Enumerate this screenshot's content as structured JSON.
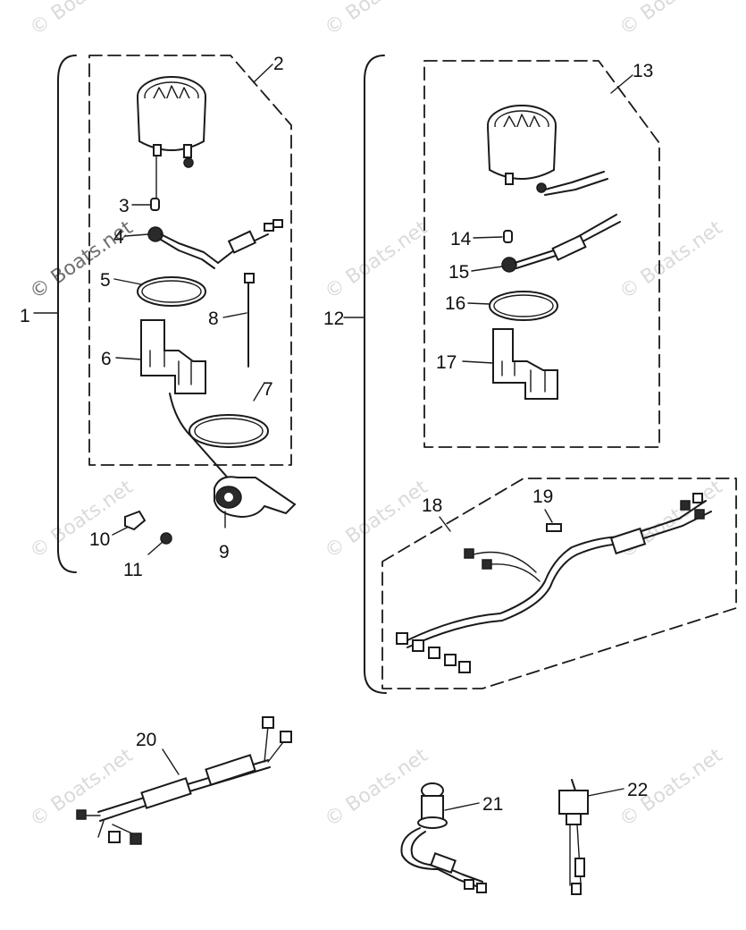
{
  "watermark": "© Boats.net",
  "callouts": {
    "c1": "1",
    "c2": "2",
    "c3": "3",
    "c4": "4",
    "c5": "5",
    "c6": "6",
    "c7": "7",
    "c8": "8",
    "c9": "9",
    "c10": "10",
    "c11": "11",
    "c12": "12",
    "c13": "13",
    "c14": "14",
    "c15": "15",
    "c16": "16",
    "c17": "17",
    "c18": "18",
    "c19": "19",
    "c20": "20",
    "c21": "21",
    "c22": "22"
  }
}
